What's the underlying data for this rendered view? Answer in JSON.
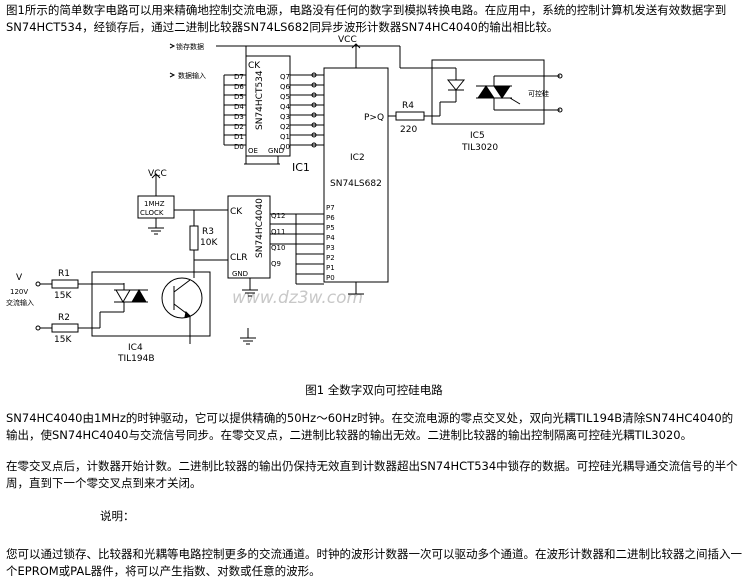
{
  "intro_text": "图1所示的简单数字电路可以用来精确地控制交流电源，电路没有任何的数字到模拟转换电路。在应用中，系统的控制计算机发送有效数据字到SN74HCT534，经锁存后，通过二进制比较器SN74LS682同异步波形计数器SN74HC4040的输出相比较。",
  "figure_caption": "图1  全数字双向可控硅电路",
  "body_text_1": "SN74HC4040由1MHz的时钟驱动，它可以提供精确的50Hz～60Hz时钟。在交流电源的零点交叉处，双向光耦TIL194B清除SN74HC4040的输出，使SN74HC4040与交流信号同步。在零交叉点，二进制比较器的输出无效。二进制比较器的输出控制隔离可控硅光耦TIL3020。",
  "body_text_2": "在零交叉点后，计数器开始计数。二进制比较器的输出仍保持无效直到计数器超出SN74HCT534中锁存的数据。可控硅光耦导通交流信号的半个周，直到下一个零交叉点到来才关闭。",
  "note_label": "说明：",
  "body_text_3": "您可以通过锁存、比较器和光耦等电路控制更多的交流通道。时钟的波形计数器一次可以驱动多个通道。在波形计数器和二进制比较器之间插入一个EPROM或PAL器件，将可以产生指数、对数或任意的波形。",
  "watermark": "www.dz3w.com",
  "schematic": {
    "labels": {
      "latch_strobe": "锁存数据",
      "data_input": "数据输入",
      "vcc": "VCC",
      "controlled_ac": "可控硅",
      "clock_box": [
        "1MHZ",
        "CLOCK"
      ],
      "ac_voltage": "V",
      "ac_120v": "120V",
      "ac_input": "交流输入"
    },
    "ic1": {
      "name": "IC1",
      "part": "SN74HCT534",
      "ck": "CK",
      "oe": "OE",
      "gnd": "GND",
      "inputs": [
        "D7",
        "D6",
        "D5",
        "D4",
        "D3",
        "D2",
        "D1",
        "D0"
      ],
      "outputs": [
        "Q7",
        "Q6",
        "Q5",
        "Q4",
        "Q3",
        "Q2",
        "Q1",
        "Q0"
      ]
    },
    "ic2": {
      "name": "IC2",
      "part": "SN74LS682",
      "pq": "P>Q",
      "ports": [
        "P7",
        "P6",
        "P5",
        "P4",
        "P3",
        "P2",
        "P1",
        "P0"
      ]
    },
    "ic3": {
      "part": "SN74HC4040",
      "ck": "CK",
      "clr": "CLR",
      "gnd": "GND",
      "outputs": [
        "Q12",
        "Q11",
        "Q10",
        "Q9"
      ]
    },
    "ic4": {
      "name": "IC4",
      "part": "TIL194B"
    },
    "ic5": {
      "name": "IC5",
      "part": "TIL3020"
    },
    "r1": {
      "name": "R1",
      "value": "15K"
    },
    "r2": {
      "name": "R2",
      "value": "15K"
    },
    "r3": {
      "name": "R3",
      "value": "10K"
    },
    "r4": {
      "name": "R4",
      "value": "220"
    }
  }
}
